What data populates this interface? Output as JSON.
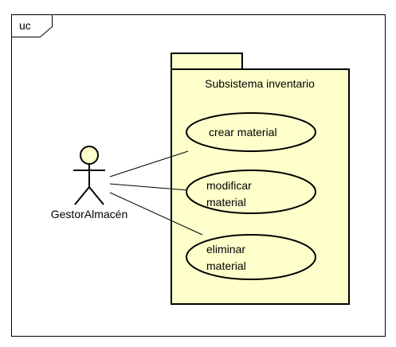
{
  "frame": {
    "tag": "uc"
  },
  "subsystem": {
    "title": "Subsistema inventario",
    "fill_color": "#ffffcc"
  },
  "actor": {
    "name": "GestorAlmacén",
    "fill_color": "#ffffcc"
  },
  "use_cases": [
    {
      "lines": [
        "crear material"
      ]
    },
    {
      "lines": [
        "modificar",
        "material"
      ]
    },
    {
      "lines": [
        "eliminar",
        "material"
      ]
    }
  ]
}
